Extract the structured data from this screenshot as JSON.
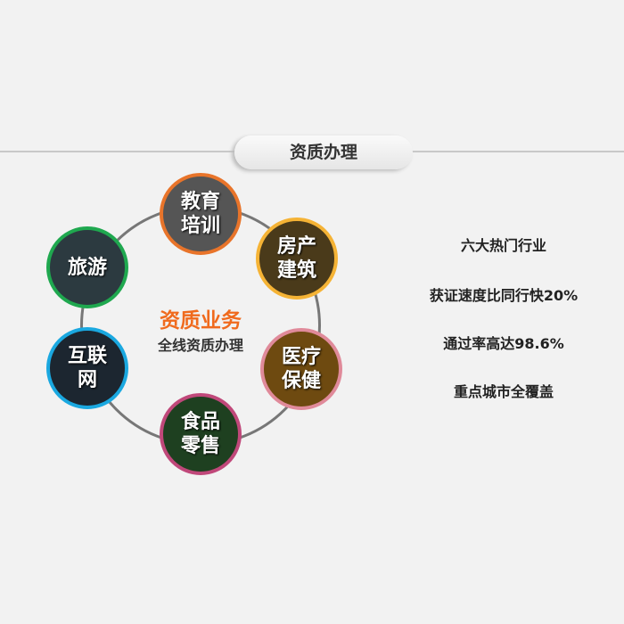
{
  "header": {
    "title": "资质办理"
  },
  "center": {
    "title": "资质业务",
    "subtitle": "全线资质办理"
  },
  "nodes": [
    {
      "label1": "教育",
      "label2": "培训",
      "ring": "#e8742a",
      "bg": "#555"
    },
    {
      "label1": "房产",
      "label2": "建筑",
      "ring": "#f5b335",
      "bg": "#4a3a1a"
    },
    {
      "label1": "旅游",
      "label2": "",
      "ring": "#1fa84f",
      "bg": "#2c3a40"
    },
    {
      "label1": "互联",
      "label2": "网",
      "ring": "#1aa8e0",
      "bg": "#1c2630"
    },
    {
      "label1": "医疗",
      "label2": "保健",
      "ring": "#e08a9a",
      "bg": "#6e4a10"
    },
    {
      "label1": "食品",
      "label2": "零售",
      "ring": "#c0487a",
      "bg": "#1e4020"
    }
  ],
  "features": [
    "六大热门行业",
    "获证速度比同行快20%",
    "通过率高达98.6%",
    "重点城市全覆盖"
  ]
}
